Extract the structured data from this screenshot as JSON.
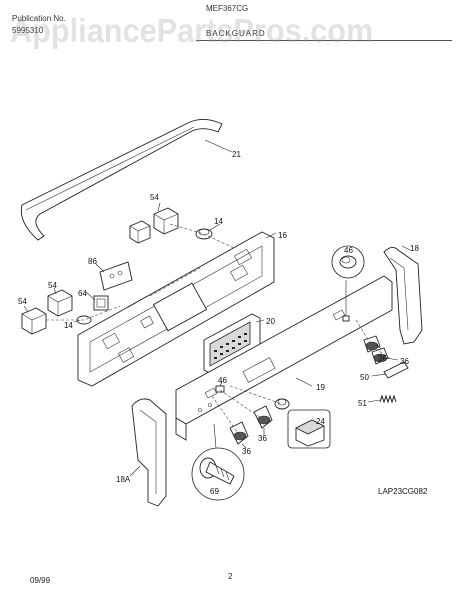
{
  "header": {
    "publication_label": "Publication No.",
    "publication_number": "5995310",
    "model": "MEF367CG",
    "section": "BACKGUARD"
  },
  "watermark": "AppliancePartsPros.com",
  "diagram_code": "LAP23CG082",
  "callouts": {
    "p21": "21",
    "p54a": "54",
    "p14a": "14",
    "p16": "16",
    "p18": "18",
    "p46a": "46",
    "p86": "86",
    "p54b": "54",
    "p64": "64",
    "p54c": "54",
    "p14b": "14",
    "p20": "20",
    "p36a": "36",
    "p36b": "36",
    "p19": "19",
    "p50": "50",
    "p51": "51",
    "p46b": "46",
    "p24": "24",
    "p36c": "36",
    "p36d": "36",
    "p18a": "18A",
    "p69": "69"
  },
  "footer": {
    "date": "09/99",
    "page": "2"
  }
}
